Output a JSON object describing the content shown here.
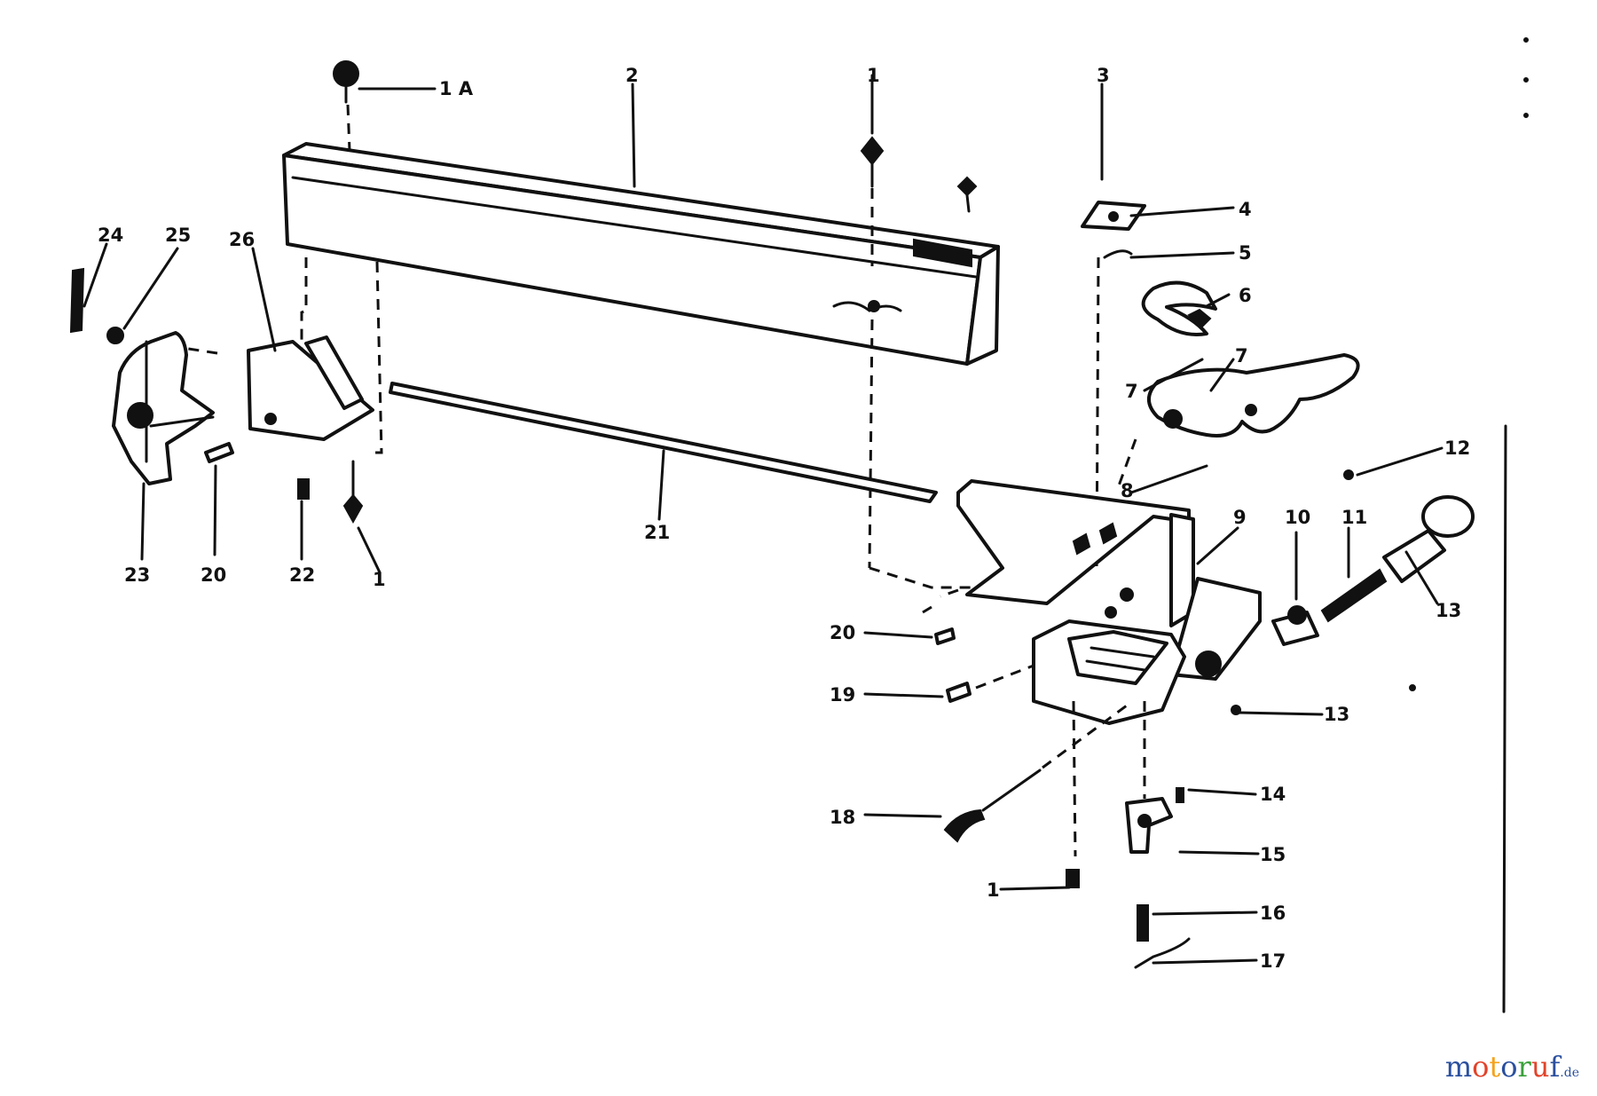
{
  "callouts": {
    "p1a": "1 A",
    "p2": "2",
    "p1_top": "1",
    "p3": "3",
    "p4": "4",
    "p5": "5",
    "p6": "6",
    "p7a": "7",
    "p7b": "7",
    "p8": "8",
    "p9": "9",
    "p10": "10",
    "p11": "11",
    "p12": "12",
    "p13": "13",
    "p13b": "13",
    "p14": "14",
    "p15": "15",
    "p16": "16",
    "p17": "17",
    "p18": "18",
    "p19": "19",
    "p20b": "20",
    "p1_bottom": "1",
    "p21": "21",
    "p22": "22",
    "p20": "20",
    "p23": "23",
    "p24": "24",
    "p25": "25",
    "p26": "26",
    "p1_left": "1"
  },
  "watermark": {
    "segments": [
      {
        "text": "m",
        "color": "#2a4f9e"
      },
      {
        "text": "o",
        "color": "#e2432a"
      },
      {
        "text": "t",
        "color": "#f5a21b"
      },
      {
        "text": "o",
        "color": "#2a4f9e"
      },
      {
        "text": "r",
        "color": "#3aa03a"
      },
      {
        "text": "u",
        "color": "#e2432a"
      },
      {
        "text": "f",
        "color": "#2a4f9e"
      }
    ],
    "tld": ".de",
    "tld_color": "#2a4f9e"
  }
}
